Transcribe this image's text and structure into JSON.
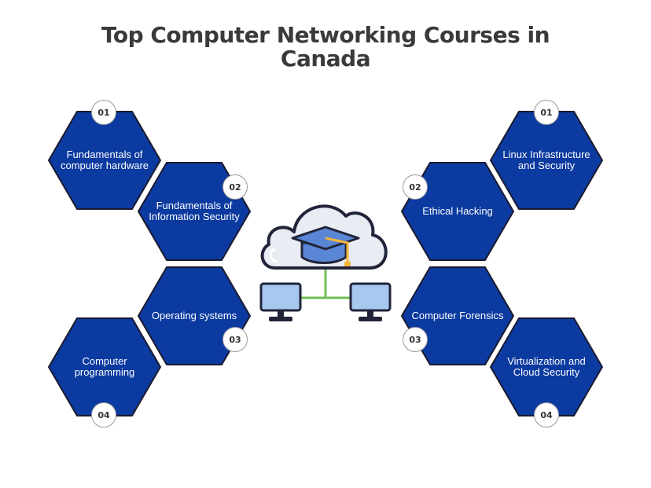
{
  "title": {
    "line1": "Top Computer Networking Courses in",
    "line2": "Canada"
  },
  "colors": {
    "hex_fill": "#0b3aa0",
    "hex_stroke": "#1a1a2e",
    "title": "#3a3a3a"
  },
  "left": [
    {
      "num": "01",
      "label": "Fundamentals of computer hardware"
    },
    {
      "num": "02",
      "label": "Fundamentals of Information Security"
    },
    {
      "num": "03",
      "label": "Operating systems"
    },
    {
      "num": "04",
      "label": "Computer programming"
    }
  ],
  "right": [
    {
      "num": "01",
      "label": "Linux Infrastructure and Security"
    },
    {
      "num": "02",
      "label": "Ethical Hacking"
    },
    {
      "num": "03",
      "label": "Computer Forensics"
    },
    {
      "num": "04",
      "label": "Virtualization and Cloud Security"
    }
  ],
  "icons": [
    "cloud-icon",
    "graduation-cap-icon",
    "monitor-icon",
    "network-link-icon"
  ]
}
